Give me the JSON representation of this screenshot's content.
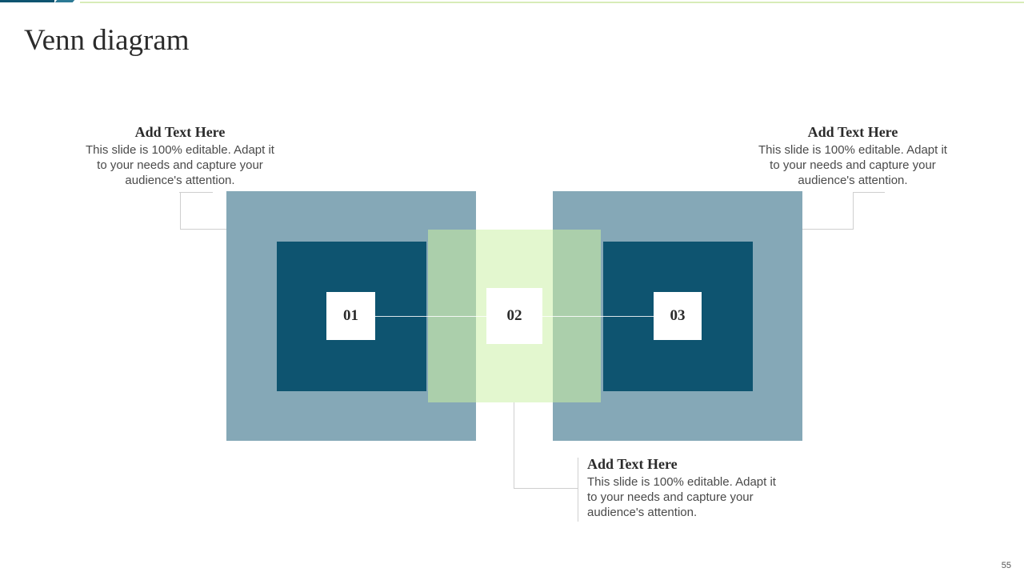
{
  "slide": {
    "title": "Venn diagram",
    "page_number": "55"
  },
  "diagram": {
    "numbers": [
      "01",
      "02",
      "03"
    ],
    "colors": {
      "outer": "#85a8b7",
      "inner": "#0e5470",
      "overlap_center": "#e3f7cf",
      "overlap_edges": "#abcfab"
    }
  },
  "callouts": [
    {
      "heading": "Add Text Here",
      "body": "This slide is 100% editable. Adapt it to your needs and capture your audience's attention."
    },
    {
      "heading": "Add Text Here",
      "body": "This slide is 100% editable. Adapt it to your needs and capture your audience's attention."
    },
    {
      "heading": "Add Text Here",
      "body": "This slide is 100% editable. Adapt it to your needs and capture your audience's attention."
    }
  ]
}
